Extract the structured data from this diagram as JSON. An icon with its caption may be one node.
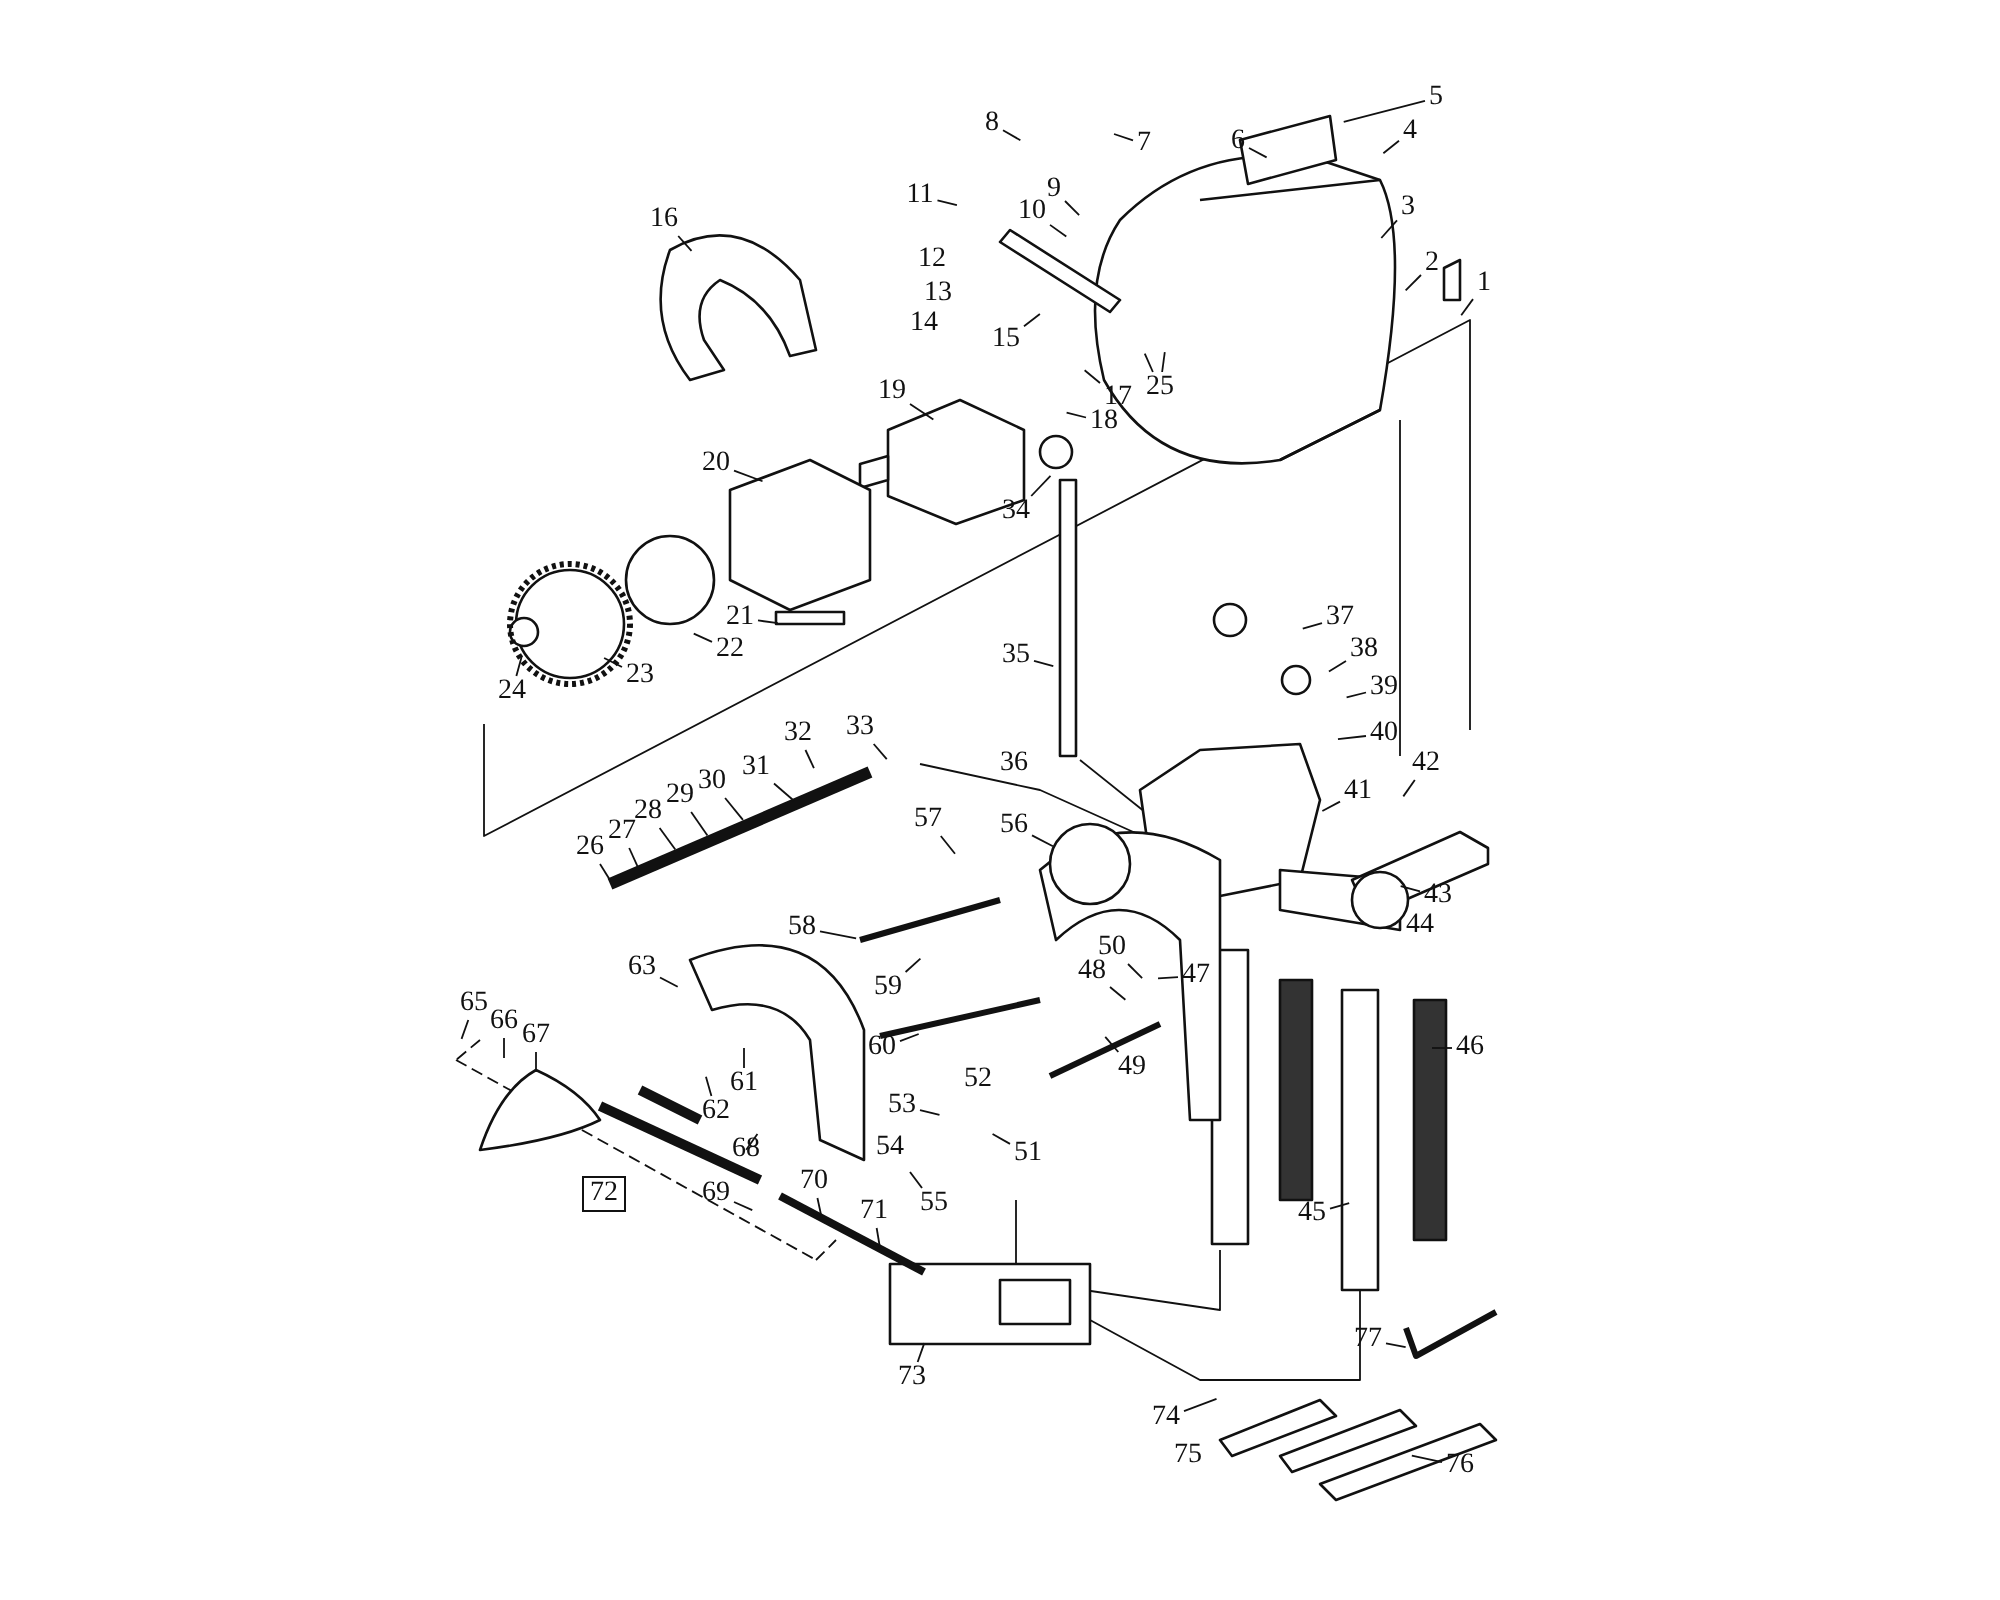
{
  "diagram": {
    "nodes": [
      {
        "text": [
          "1"
        ]
      },
      {
        "text": [
          "2"
        ]
      },
      {
        "text": [
          "3"
        ]
      },
      {
        "text": [
          "4"
        ]
      },
      {
        "text": [
          "5"
        ]
      },
      {
        "text": [
          "6"
        ]
      },
      {
        "text": [
          "7"
        ]
      },
      {
        "text": [
          "8"
        ]
      },
      {
        "text": [
          "9"
        ]
      },
      {
        "text": [
          "10"
        ]
      },
      {
        "text": [
          "11"
        ]
      },
      {
        "text": [
          "12"
        ]
      },
      {
        "text": [
          "13"
        ]
      },
      {
        "text": [
          "14"
        ]
      },
      {
        "text": [
          "15"
        ]
      },
      {
        "text": [
          "16"
        ]
      },
      {
        "text": [
          "17"
        ]
      },
      {
        "text": [
          "18"
        ]
      },
      {
        "text": [
          "19"
        ]
      },
      {
        "text": [
          "20"
        ]
      },
      {
        "text": [
          "21"
        ]
      },
      {
        "text": [
          "22"
        ]
      },
      {
        "text": [
          "23"
        ]
      },
      {
        "text": [
          "24"
        ]
      },
      {
        "text": [
          "25"
        ]
      },
      {
        "text": [
          "26"
        ]
      },
      {
        "text": [
          "27"
        ]
      },
      {
        "text": [
          "28"
        ]
      },
      {
        "text": [
          "29"
        ]
      },
      {
        "text": [
          "30"
        ]
      },
      {
        "text": [
          "31"
        ]
      },
      {
        "text": [
          "32"
        ]
      },
      {
        "text": [
          "33"
        ]
      },
      {
        "text": [
          "34"
        ]
      },
      {
        "text": [
          "35"
        ]
      },
      {
        "text": [
          "36"
        ]
      },
      {
        "text": [
          "37"
        ]
      },
      {
        "text": [
          "38"
        ]
      },
      {
        "text": [
          "39"
        ]
      },
      {
        "text": [
          "40"
        ]
      },
      {
        "text": [
          "41"
        ]
      },
      {
        "text": [
          "42"
        ]
      },
      {
        "text": [
          "43"
        ]
      },
      {
        "text": [
          "44"
        ]
      },
      {
        "text": [
          "45"
        ]
      },
      {
        "text": [
          "46"
        ]
      },
      {
        "text": [
          "47"
        ]
      },
      {
        "text": [
          "48"
        ]
      },
      {
        "text": [
          "49"
        ]
      },
      {
        "text": [
          "50"
        ]
      },
      {
        "text": [
          "51"
        ]
      },
      {
        "text": [
          "52"
        ]
      },
      {
        "text": [
          "53"
        ]
      },
      {
        "text": [
          "54"
        ]
      },
      {
        "text": [
          "55"
        ]
      },
      {
        "text": [
          "56"
        ]
      },
      {
        "text": [
          "57"
        ]
      },
      {
        "text": [
          "58"
        ]
      },
      {
        "text": [
          "59"
        ]
      },
      {
        "text": [
          "60"
        ]
      },
      {
        "text": [
          "61"
        ]
      },
      {
        "text": [
          "62"
        ]
      },
      {
        "text": [
          "63"
        ]
      },
      {
        "text": [
          "65"
        ]
      },
      {
        "text": [
          "66"
        ]
      },
      {
        "text": [
          "67"
        ]
      },
      {
        "text": [
          "68"
        ]
      },
      {
        "text": [
          "69"
        ]
      },
      {
        "text": [
          "70"
        ]
      },
      {
        "text": [
          "71"
        ]
      },
      {
        "text": [
          "72"
        ]
      },
      {
        "text": [
          "73"
        ]
      },
      {
        "text": [
          "74"
        ]
      },
      {
        "text": [
          "75"
        ]
      },
      {
        "text": [
          "76"
        ]
      },
      {
        "text": [
          "77"
        ]
      }
    ],
    "edges": [
      {
        "from": 0,
        "to": null,
        "arrow": "none"
      },
      {
        "from": 1,
        "to": null,
        "arrow": "none"
      },
      {
        "from": 2,
        "to": null,
        "arrow": "none"
      },
      {
        "from": 3,
        "to": null,
        "arrow": "none"
      },
      {
        "from": 4,
        "to": null,
        "arrow": "none"
      },
      {
        "from": 5,
        "to": null,
        "arrow": "none"
      },
      {
        "from": 6,
        "to": null,
        "arrow": "none"
      },
      {
        "from": 7,
        "to": null,
        "arrow": "none"
      },
      {
        "from": 8,
        "to": null,
        "arrow": "none"
      },
      {
        "from": 9,
        "to": null,
        "arrow": "none"
      },
      {
        "from": 10,
        "to": null,
        "arrow": "none"
      },
      {
        "from": 14,
        "to": null,
        "arrow": "none"
      },
      {
        "from": 15,
        "to": null,
        "arrow": "none"
      },
      {
        "from": 16,
        "to": null,
        "arrow": "none"
      },
      {
        "from": 17,
        "to": null,
        "arrow": "none"
      },
      {
        "from": 18,
        "to": null,
        "arrow": "none"
      },
      {
        "from": 19,
        "to": null,
        "arrow": "none"
      },
      {
        "from": 20,
        "to": null,
        "arrow": "none"
      },
      {
        "from": 21,
        "to": null,
        "arrow": "none"
      },
      {
        "from": 22,
        "to": null,
        "arrow": "none"
      },
      {
        "from": 23,
        "to": null,
        "arrow": "none"
      },
      {
        "from": 24,
        "to": null,
        "arrow": "none"
      },
      {
        "from": 24,
        "to": null,
        "arrow": "none"
      },
      {
        "from": 25,
        "to": null,
        "arrow": "none"
      },
      {
        "from": 26,
        "to": null,
        "arrow": "none"
      },
      {
        "from": 27,
        "to": null,
        "arrow": "none"
      },
      {
        "from": 28,
        "to": null,
        "arrow": "none"
      },
      {
        "from": 29,
        "to": null,
        "arrow": "none"
      },
      {
        "from": 30,
        "to": null,
        "arrow": "none"
      },
      {
        "from": 31,
        "to": null,
        "arrow": "none"
      },
      {
        "from": 32,
        "to": null,
        "arrow": "none"
      },
      {
        "from": 33,
        "to": null,
        "arrow": "none"
      },
      {
        "from": 34,
        "to": null,
        "arrow": "none"
      },
      {
        "from": 36,
        "to": null,
        "arrow": "none"
      },
      {
        "from": 37,
        "to": null,
        "arrow": "none"
      },
      {
        "from": 38,
        "to": null,
        "arrow": "none"
      },
      {
        "from": 39,
        "to": null,
        "arrow": "none"
      },
      {
        "from": 40,
        "to": null,
        "arrow": "none"
      },
      {
        "from": 41,
        "to": null,
        "arrow": "none"
      },
      {
        "from": 42,
        "to": null,
        "arrow": "none"
      },
      {
        "from": 44,
        "to": null,
        "arrow": "none"
      },
      {
        "from": 45,
        "to": null,
        "arrow": "none"
      },
      {
        "from": 46,
        "to": null,
        "arrow": "none"
      },
      {
        "from": 47,
        "to": null,
        "arrow": "none"
      },
      {
        "from": 48,
        "to": null,
        "arrow": "none"
      },
      {
        "from": 49,
        "to": null,
        "arrow": "none"
      },
      {
        "from": 50,
        "to": null,
        "arrow": "none"
      },
      {
        "from": 52,
        "to": null,
        "arrow": "none"
      },
      {
        "from": 54,
        "to": null,
        "arrow": "none"
      },
      {
        "from": 55,
        "to": null,
        "arrow": "none"
      },
      {
        "from": 56,
        "to": null,
        "arrow": "none"
      },
      {
        "from": 57,
        "to": null,
        "arrow": "none"
      },
      {
        "from": 58,
        "to": null,
        "arrow": "none"
      },
      {
        "from": 59,
        "to": null,
        "arrow": "none"
      },
      {
        "from": 60,
        "to": null,
        "arrow": "none"
      },
      {
        "from": 61,
        "to": null,
        "arrow": "none"
      },
      {
        "from": 62,
        "to": null,
        "arrow": "none"
      },
      {
        "from": 63,
        "to": null,
        "arrow": "none"
      },
      {
        "from": 64,
        "to": null,
        "arrow": "none"
      },
      {
        "from": 65,
        "to": null,
        "arrow": "none"
      },
      {
        "from": 66,
        "to": null,
        "arrow": "none"
      },
      {
        "from": 67,
        "to": null,
        "arrow": "none"
      },
      {
        "from": 68,
        "to": null,
        "arrow": "none"
      },
      {
        "from": 69,
        "to": null,
        "arrow": "none"
      },
      {
        "from": 71,
        "to": null,
        "arrow": "none"
      },
      {
        "from": 72,
        "to": null,
        "arrow": "none"
      },
      {
        "from": 74,
        "to": null,
        "arrow": "none"
      },
      {
        "from": 75,
        "to": null,
        "arrow": "none"
      }
    ]
  }
}
